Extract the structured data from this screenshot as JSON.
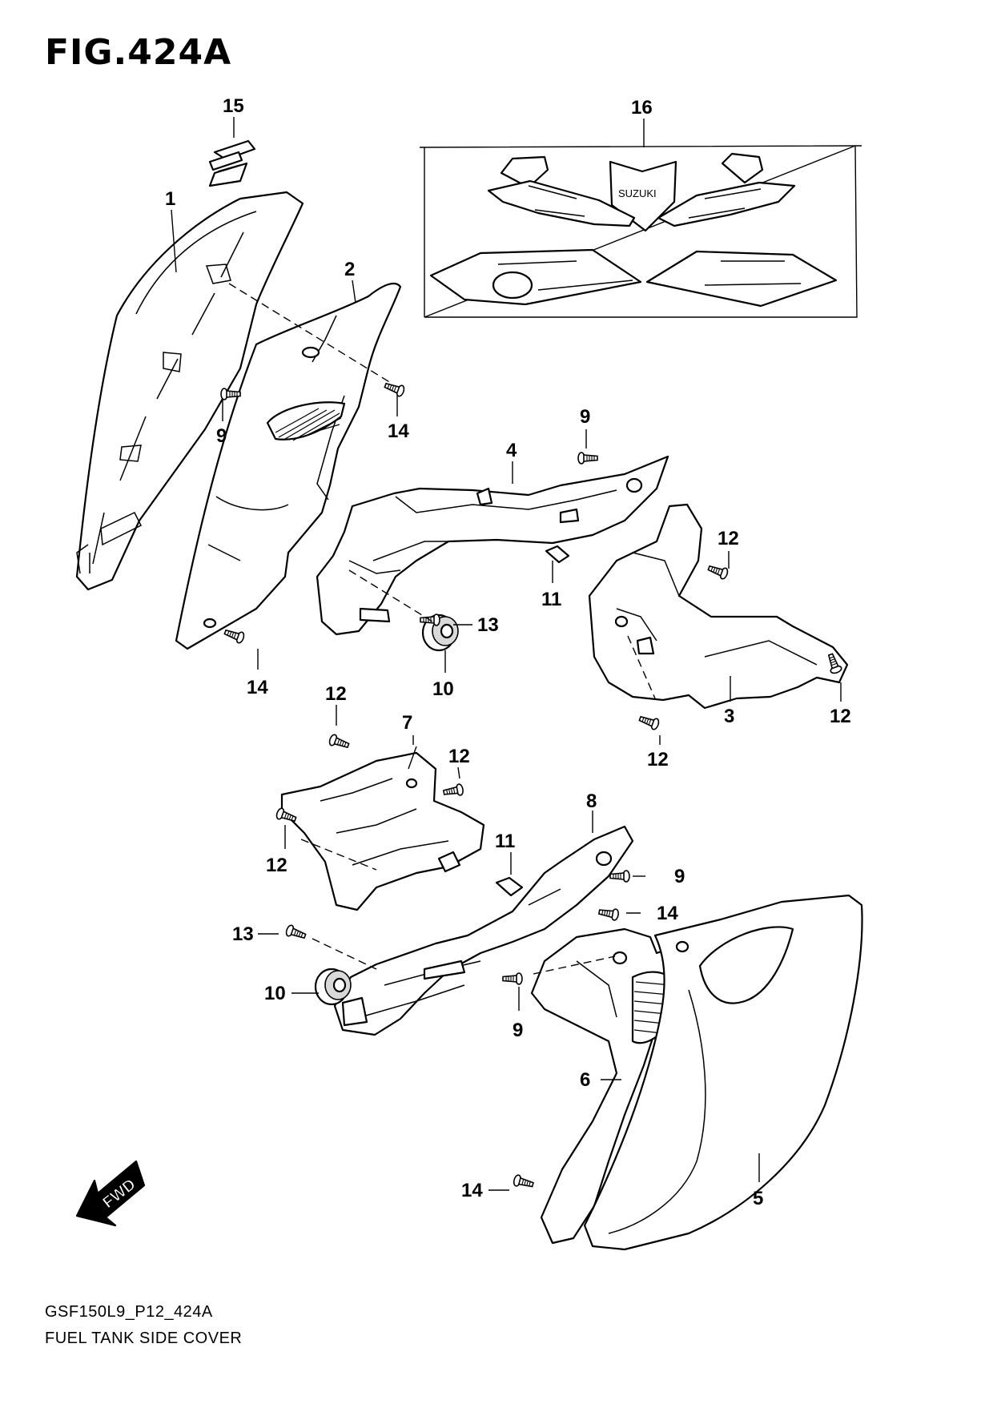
{
  "figure": {
    "title": "FIG.424A",
    "model_code": "GSF150L9_P12_424A",
    "name": "FUEL TANK SIDE COVER"
  },
  "emblem_text": "SUZUKI",
  "fwd_label": "FWD",
  "callouts": {
    "c1": "1",
    "c2": "2",
    "c3": "3",
    "c4": "4",
    "c5": "5",
    "c6": "6",
    "c7": "7",
    "c8": "8",
    "c9a": "9",
    "c9b": "9",
    "c9c": "9",
    "c9d": "9",
    "c10a": "10",
    "c10b": "10",
    "c11a": "11",
    "c11b": "11",
    "c12a": "12",
    "c12b": "12",
    "c12c": "12",
    "c12d": "12",
    "c12e": "12",
    "c12f": "12",
    "c13a": "13",
    "c13b": "13",
    "c14a": "14",
    "c14b": "14",
    "c14c": "14",
    "c14d": "14",
    "c15": "15",
    "c16": "16"
  }
}
